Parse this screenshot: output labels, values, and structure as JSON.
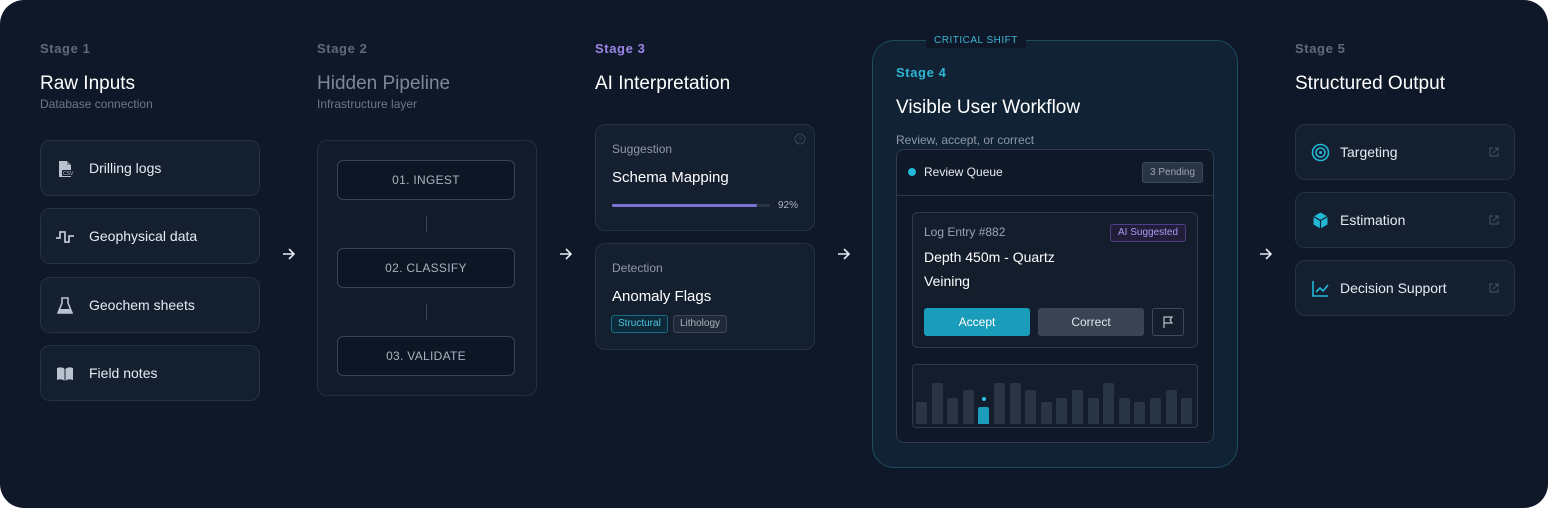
{
  "stage1": {
    "label": "Stage 1",
    "title": "Raw Inputs",
    "subtitle": "Database connection",
    "items": [
      {
        "label": "Drilling logs",
        "icon": "csv-file-icon"
      },
      {
        "label": "Geophysical data",
        "icon": "signal-wave-icon"
      },
      {
        "label": "Geochem sheets",
        "icon": "flask-icon"
      },
      {
        "label": "Field notes",
        "icon": "book-icon"
      }
    ]
  },
  "stage2": {
    "label": "Stage 2",
    "title": "Hidden Pipeline",
    "subtitle": "Infrastructure layer",
    "steps": [
      "01. INGEST",
      "02. CLASSIFY",
      "03. VALIDATE"
    ]
  },
  "stage3": {
    "label": "Stage 3",
    "suggestion": {
      "kicker": "Suggestion",
      "title": "Schema Mapping",
      "confidence": 0.92,
      "confidence_label": "92%"
    },
    "title": "AI Interpretation",
    "detection": {
      "kicker": "Detection",
      "title": "Anomaly Flags",
      "tags": [
        "Structural",
        "Lithology"
      ]
    }
  },
  "stage4": {
    "badge": "CRITICAL SHIFT",
    "label": "Stage 4",
    "title": "Visible User Workflow",
    "subtitle": "Review, accept, or correct",
    "queue": {
      "title": "Review Queue",
      "pending": "3 Pending",
      "entry": {
        "id": "Log Entry #882",
        "tag": "AI Suggested",
        "line1": "Depth 450m - Quartz",
        "line2": "Veining",
        "accept": "Accept",
        "correct": "Correct"
      }
    },
    "activity_bars": [
      0.45,
      0.85,
      0.55,
      0.7,
      0.35,
      0.85,
      0.85,
      0.7,
      0.45,
      0.55,
      0.7,
      0.55,
      0.85,
      0.55,
      0.45,
      0.55,
      0.7,
      0.55
    ],
    "active_bar_index": 4
  },
  "stage5": {
    "label": "Stage 5",
    "title": "Structured Output",
    "items": [
      {
        "label": "Targeting",
        "icon": "target-icon"
      },
      {
        "label": "Estimation",
        "icon": "cube-icon"
      },
      {
        "label": "Decision Support",
        "icon": "trend-chart-icon"
      }
    ]
  },
  "colors": {
    "background": "#0e1828",
    "accent_teal": "#1a9cbb",
    "accent_purple": "#8f7ee0"
  }
}
